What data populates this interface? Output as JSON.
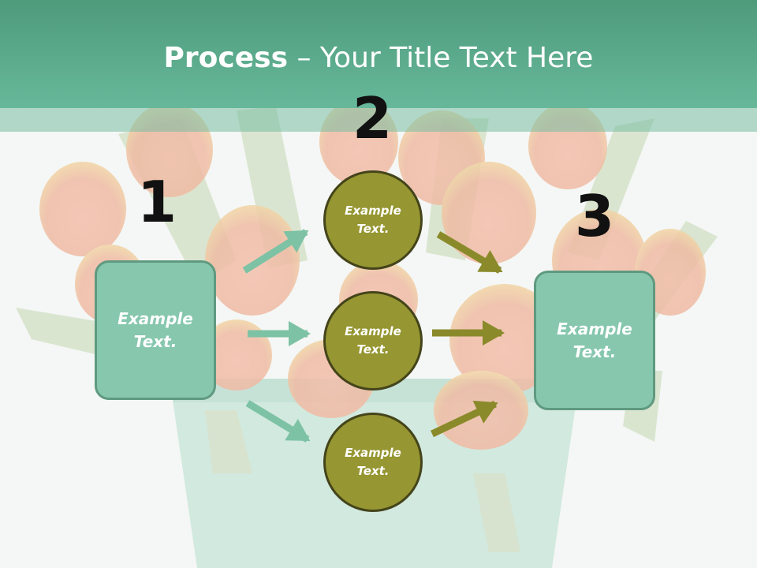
{
  "slide": {
    "title_bold": "Process",
    "title_rest": " – Your Title Text Here"
  },
  "steps": {
    "one": {
      "number": "1",
      "text": "Example Text."
    },
    "two": {
      "number": "2",
      "circles": [
        {
          "text": "Example Text."
        },
        {
          "text": "Example Text."
        },
        {
          "text": "Example Text."
        }
      ]
    },
    "three": {
      "number": "3",
      "text": "Example Text."
    }
  },
  "colors": {
    "title_bar": "#5fae8f",
    "box_fill": "#86c7ae",
    "box_border": "#5f9a80",
    "circle_fill": "#969632",
    "circle_border": "#44441b",
    "arrow_in": "#7dc2a5",
    "arrow_out": "#8a8a2a"
  },
  "background": {
    "image": "faded photo of red-orange tulips in a green vase"
  }
}
